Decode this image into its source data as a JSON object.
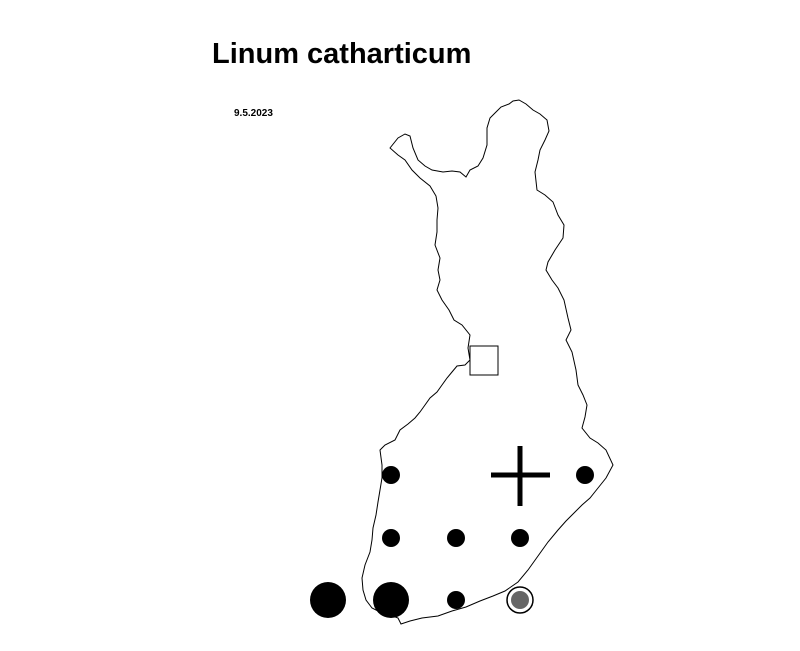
{
  "title": "Linum catharticum",
  "date": "9.5.2023",
  "colors": {
    "outline": "#000000",
    "dot": "#000000",
    "grey_dot": "#666666",
    "background": "#ffffff"
  },
  "markers": [
    {
      "name": "marker-square-oulu",
      "symbol": "open-square"
    },
    {
      "name": "marker-cross-kuopio",
      "symbol": "cross"
    },
    {
      "name": "marker-dot-vaasa-south",
      "symbol": "small-dot"
    },
    {
      "name": "marker-dot-joensuu",
      "symbol": "small-dot"
    },
    {
      "name": "marker-dot-pori",
      "symbol": "small-dot"
    },
    {
      "name": "marker-dot-tampere",
      "symbol": "small-dot"
    },
    {
      "name": "marker-dot-mikkeli",
      "symbol": "small-dot"
    },
    {
      "name": "marker-dot-aland",
      "symbol": "large-dot"
    },
    {
      "name": "marker-dot-turku",
      "symbol": "large-dot"
    },
    {
      "name": "marker-dot-helsinki",
      "symbol": "small-dot"
    },
    {
      "name": "marker-dot-kotka",
      "symbol": "grey-ringed-dot"
    }
  ]
}
